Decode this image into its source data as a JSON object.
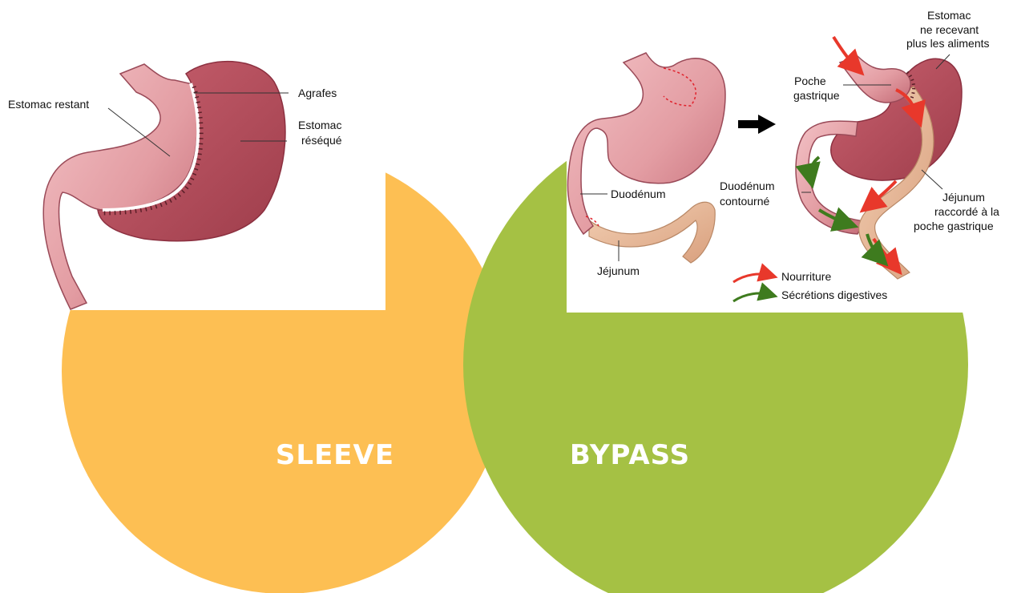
{
  "colors": {
    "sleeve_circle": "#FDBF53",
    "bypass_circle": "#A5C144",
    "stomach": "#E39DA3",
    "stomach_dark": "#B9505E",
    "jejunum": "#E9BC9B",
    "food_arrow": "#E8382B",
    "secretion_arrow": "#3E7B1E",
    "label_text": "#111111"
  },
  "sleeve": {
    "title": "SLEEVE",
    "labels": {
      "remaining_stomach": "Estomac restant",
      "staples": "Agrafes",
      "resected_1": "Estomac",
      "resected_2": "réséqué"
    }
  },
  "bypass": {
    "title": "BYPASS",
    "labels": {
      "duodenum": "Duodénum",
      "jejunum": "Jéjunum",
      "unused_stomach_1": "Estomac",
      "unused_stomach_2": "ne recevant",
      "unused_stomach_3": "plus les aliments",
      "gastric_pouch_1": "Poche",
      "gastric_pouch_2": "gastrique",
      "bypassed_duodenum_1": "Duodénum",
      "bypassed_duodenum_2": "contourné",
      "jejunum_attached_1": "Jéjunum",
      "jejunum_attached_2": "raccordé à la",
      "jejunum_attached_3": "poche gastrique"
    },
    "legend": {
      "food": "Nourriture",
      "secretions": "Sécrétions digestives"
    }
  }
}
